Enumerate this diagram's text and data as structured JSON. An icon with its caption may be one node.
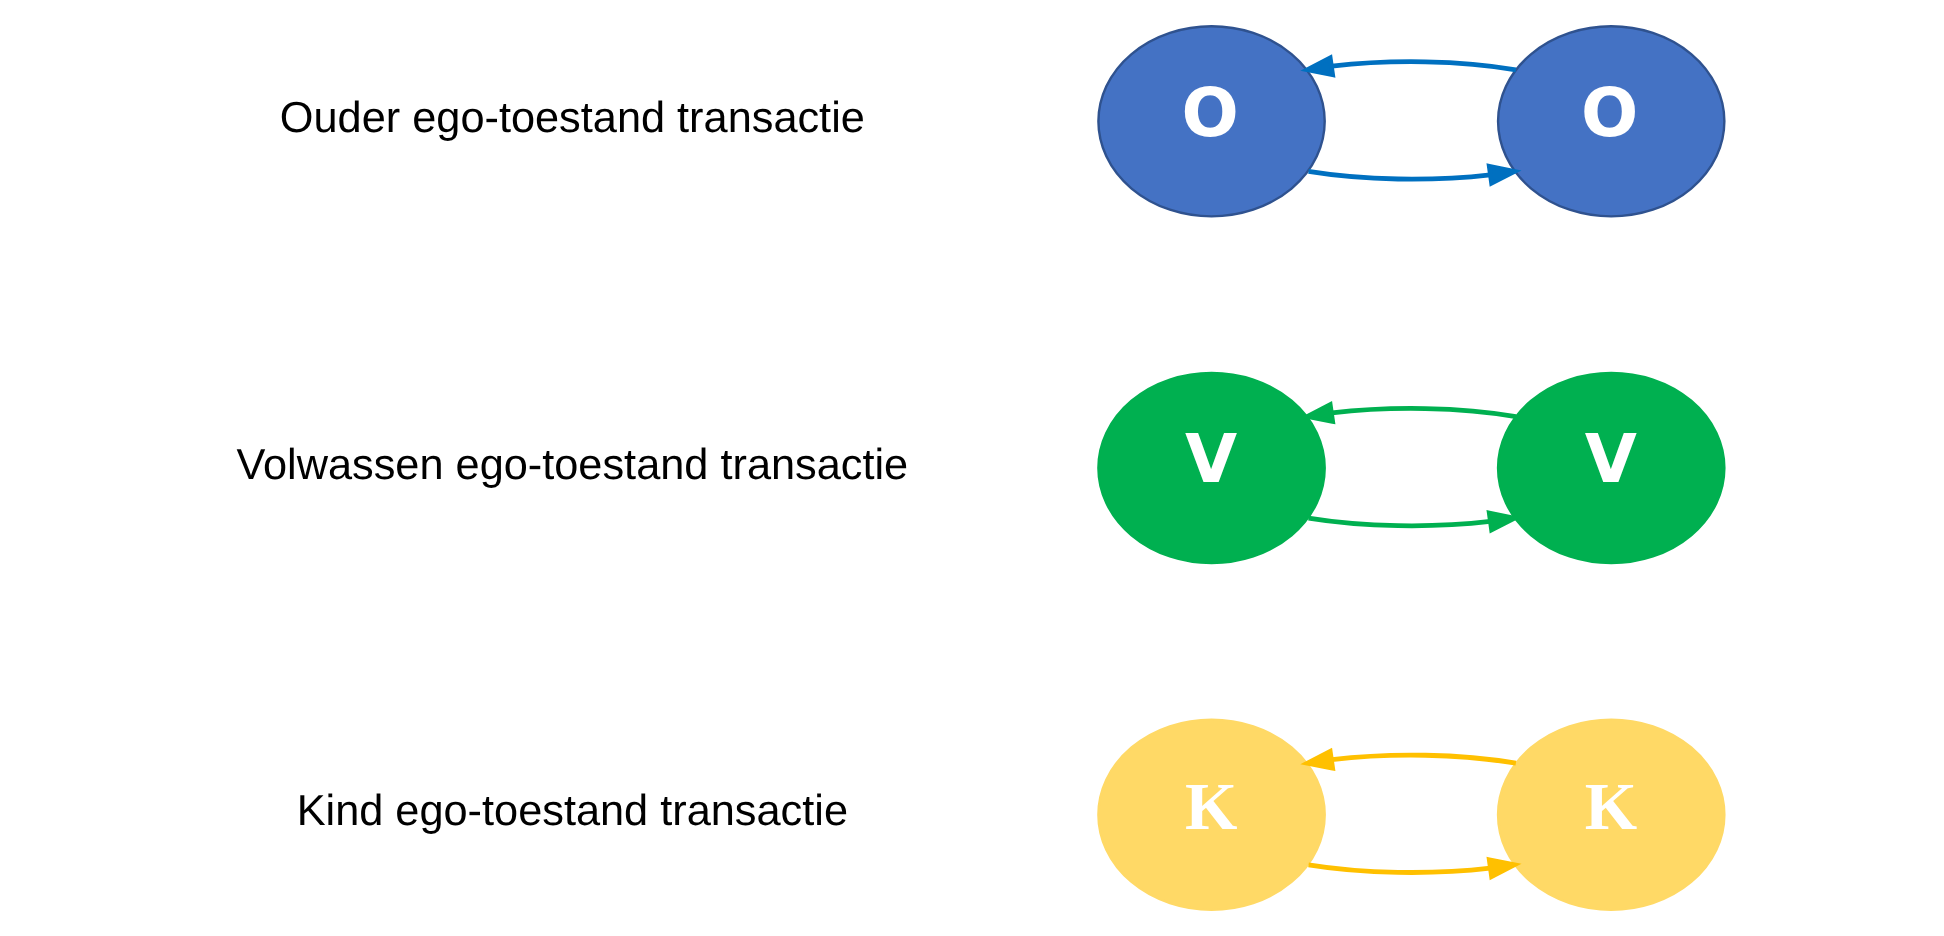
{
  "diagram": {
    "nodes": [
      {
        "text": [
          "O"
        ]
      },
      {
        "text": [
          "O"
        ]
      },
      {
        "text": [
          "V"
        ]
      },
      {
        "text": [
          "V"
        ]
      },
      {
        "text": [
          "K"
        ]
      },
      {
        "text": [
          "K"
        ]
      }
    ],
    "edges": [
      {
        "from": 0,
        "to": 1,
        "arrow": "to",
        "color": "#0070c0"
      },
      {
        "from": 1,
        "to": 0,
        "arrow": "to",
        "color": "#0070c0"
      },
      {
        "from": 2,
        "to": 3,
        "arrow": "to",
        "color": "#00b050"
      },
      {
        "from": 3,
        "to": 2,
        "arrow": "to",
        "color": "#00b050"
      },
      {
        "from": 4,
        "to": 5,
        "arrow": "to",
        "color": "#ffc000"
      },
      {
        "from": 5,
        "to": 4,
        "arrow": "to",
        "color": "#ffc000"
      }
    ],
    "labels": [
      "Ouder ego-toestand transactie",
      "Volwassen ego-toestand transactie",
      "Kind ego-toestand transactie"
    ]
  }
}
